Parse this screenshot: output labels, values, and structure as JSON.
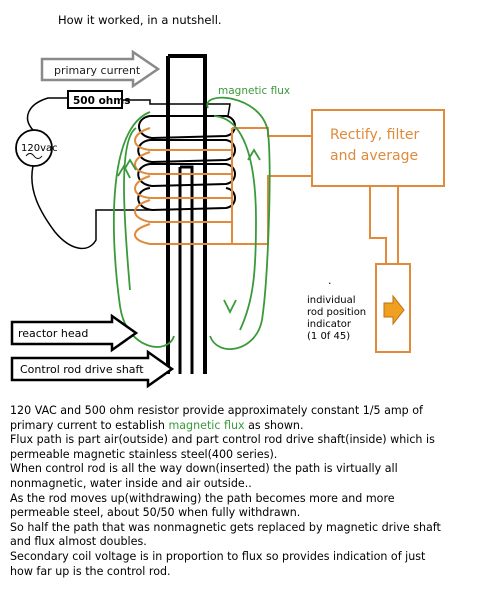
{
  "title": "How it worked, in a nutshell.",
  "labels": {
    "primary_current": "primary current",
    "resistor": "500 ohms",
    "source": "120vac",
    "magnetic_flux": "magnetic flux",
    "rectify_line1": "Rectify, filter",
    "rectify_line2": "and average",
    "indicator_dot": ".",
    "indicator_line1": "individual",
    "indicator_line2": "rod position",
    "indicator_line3": "indicator",
    "indicator_line4": "(1 0f 45)",
    "reactor_head": "reactor head",
    "drive_shaft": "Control rod drive shaft"
  },
  "description": {
    "l1": "120 VAC and 500 ohm resistor provide approximately constant 1/5 amp of",
    "l2_pre": "primary current to establish ",
    "l2_flux": "magnetic flux",
    "l2_post": " as shown.",
    "l3": "Flux path is part air(outside)  and part control rod drive shaft(inside) which is",
    "l4": "permeable magnetic stainless steel(400 series).",
    "l5": "When control rod is all the way down(inserted) the path is virtually all",
    "l6": "nonmagnetic,  water inside and air outside..",
    "l7": "As the rod moves up(withdrawing) the path becomes more and more",
    "l8": "permeable steel,  about 50/50 when fully withdrawn.",
    "l9": "So half the path that was nonmagnetic gets replaced  by magnetic drive shaft",
    "l10": "and flux almost doubles.",
    "l11": "Secondary coil voltage is in proportion to flux so provides indication of just",
    "l12": "how far up is the control rod."
  },
  "colors": {
    "flux_green": "#3a9a3a",
    "coil_orange": "#e08a3a",
    "arrow_gray": "#8a8a8a",
    "indicator_arrow": "#f0a020"
  }
}
